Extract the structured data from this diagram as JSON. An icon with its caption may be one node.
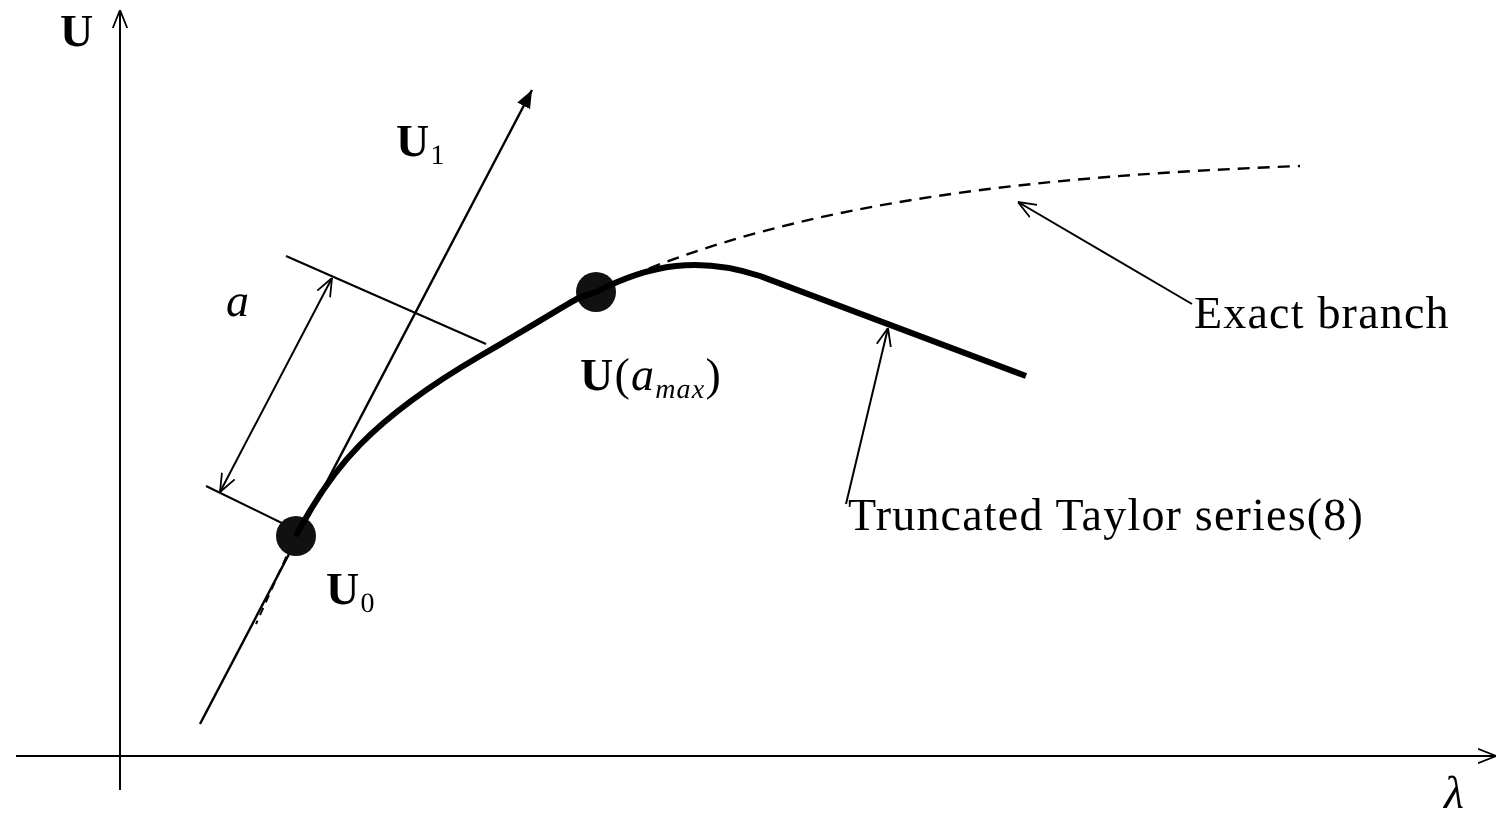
{
  "diagram": {
    "nodes": [
      {
        "text": [
          "Exact branch"
        ]
      },
      {
        "text": [
          "Truncated Taylor series(8)"
        ]
      },
      {
        "text": [],
        "shape": "curve"
      },
      {
        "text": [],
        "shape": "curve"
      }
    ],
    "edges": [
      {
        "from": 0,
        "to": 2,
        "arrow": "to"
      },
      {
        "from": 1,
        "to": 3,
        "arrow": "to"
      }
    ],
    "labels": [
      "U",
      "**U**$_{1}$",
      "*a*",
      "**U**(*a*$_{max}$)",
      "**U**$_{0}$",
      "λ"
    ]
  }
}
